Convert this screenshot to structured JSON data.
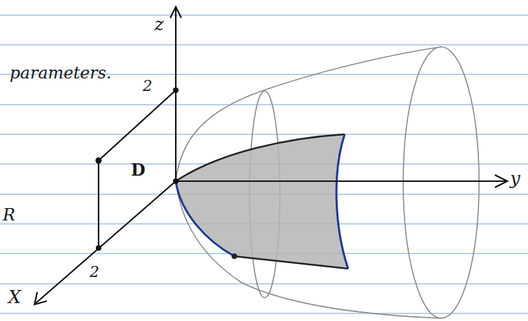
{
  "diagram": {
    "labels": [
      "parameters.",
      "z",
      "2",
      "D",
      "y",
      "R",
      "2",
      "X"
    ]
  }
}
